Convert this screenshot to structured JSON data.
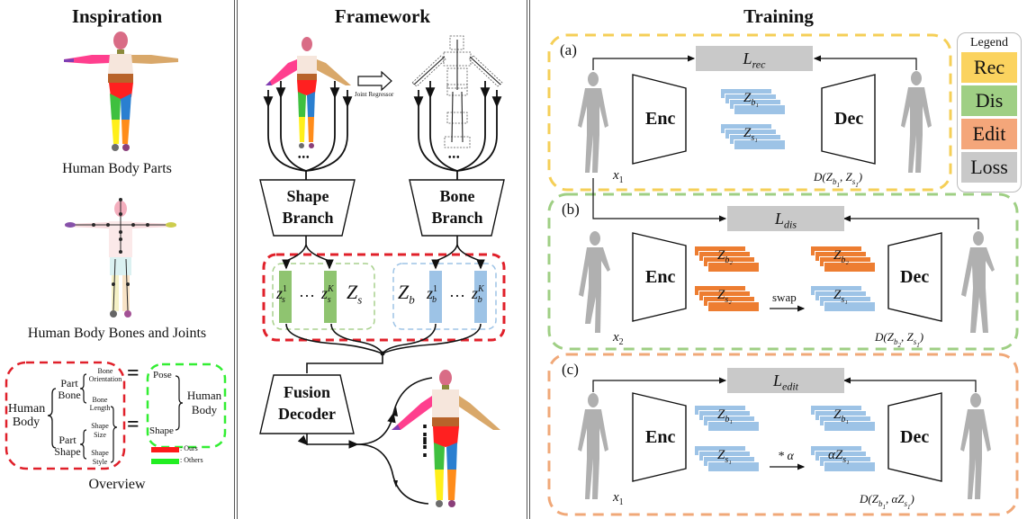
{
  "sections": {
    "inspiration": {
      "title": "Inspiration",
      "captions": [
        "Human Body Parts",
        "Human Body Bones and Joints",
        "Overview"
      ],
      "overview": {
        "human_body": "Human Body",
        "part_bone": "Part Bone",
        "part_shape": "Part Shape",
        "bone_orientation": "Bone Orientation",
        "bone_length": "Bone Length",
        "shape_size": "Shape Size",
        "shape_style": "Shape Style",
        "equals": "=",
        "pose": "Pose",
        "shape": "Shape",
        "human_body_right": "Human Body",
        "legend": [
          {
            "label": ": Ours",
            "color": "#ff1a1a"
          },
          {
            "label": ": Others",
            "color": "#22ee22"
          }
        ]
      }
    },
    "framework": {
      "title": "Framework",
      "joint_regressor": "Joint Regressor",
      "ellipsis": "•••",
      "shape_branch": "Shape Branch",
      "bone_branch": "Bone Branch",
      "zs1": "z",
      "zs1_sup": "1",
      "zs1_sub": "s",
      "zsK_sup": "K",
      "Zs": "Z",
      "Zs_sub": "s",
      "Zb": "Z",
      "Zb_sub": "b",
      "zb_sub": "b",
      "dots": "…",
      "fusion_decoder": "Fusion Decoder",
      "vdots": "⋮"
    },
    "training": {
      "title": "Training",
      "panels": [
        {
          "id": "(a)",
          "loss": "rec",
          "input": "x",
          "input_sub": "1",
          "enc": "Enc",
          "dec": "Dec",
          "latent_top": "b₁",
          "latent_bottom": "s₁",
          "output": "D(Z_b1, Z_s1)",
          "color": "#f5c842"
        },
        {
          "id": "(b)",
          "loss": "dis",
          "input": "x",
          "input_sub": "2",
          "enc": "Enc",
          "dec": "Dec",
          "op": "swap",
          "output": "D(Z_b2, Z_s1)",
          "color": "#8fc470"
        },
        {
          "id": "(c)",
          "loss": "edit",
          "input": "x",
          "input_sub": "1",
          "enc": "Enc",
          "dec": "Dec",
          "op": "* α",
          "output": "D(Z_b1, αZ_s1)",
          "color": "#f0a070"
        }
      ],
      "legend": {
        "title": "Legend",
        "items": [
          {
            "label": "Rec",
            "color": "#fbd35f"
          },
          {
            "label": "Dis",
            "color": "#9fcf84"
          },
          {
            "label": "Edit",
            "color": "#f4a67a"
          },
          {
            "label": "Loss",
            "color": "#c9c9c9"
          }
        ]
      },
      "latent_colors": {
        "blue": "#9dc3e6",
        "orange": "#ed7d31"
      }
    }
  }
}
